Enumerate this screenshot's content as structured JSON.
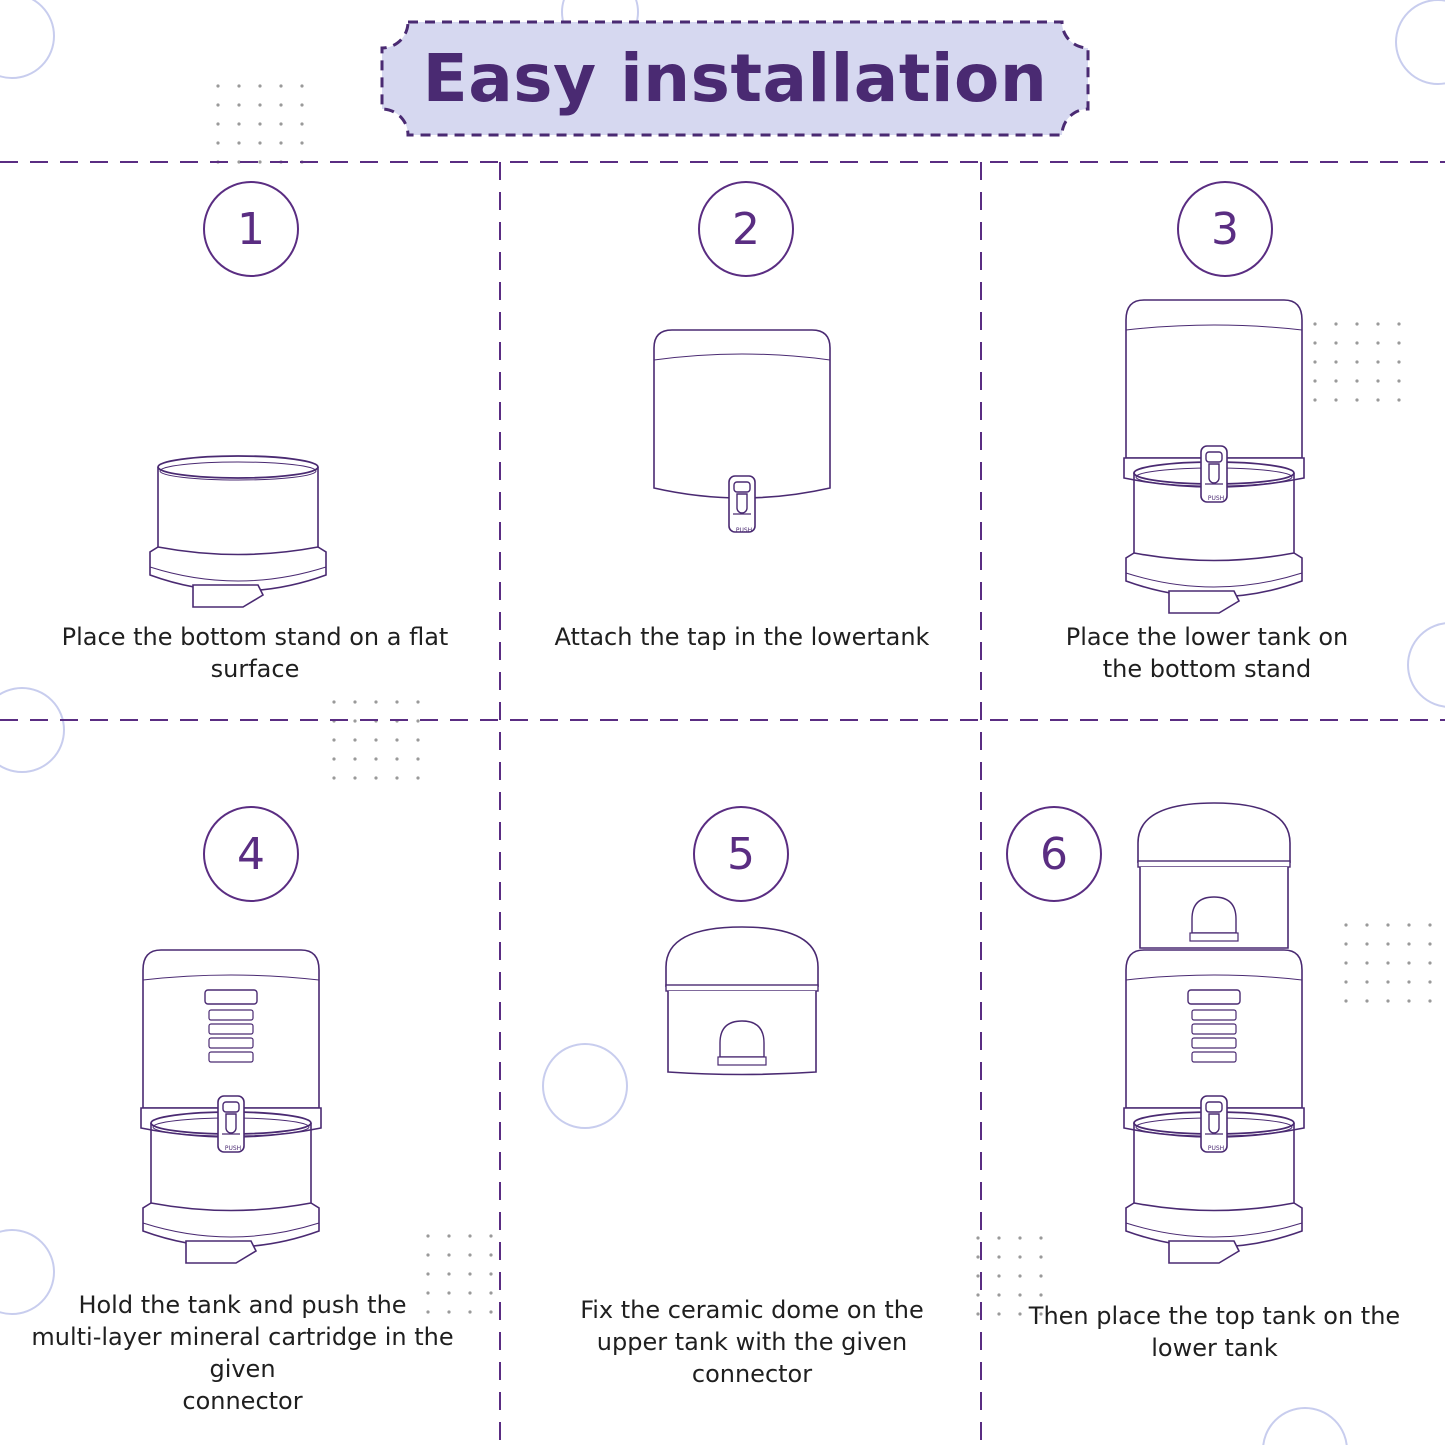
{
  "title": "Easy installation",
  "colors": {
    "accent": "#5a2d82",
    "banner_fill": "#d6d8f0",
    "deco_circle": "#c8cdee"
  },
  "steps": [
    {
      "number": "1",
      "caption": "Place the bottom stand on a flat\nsurface"
    },
    {
      "number": "2",
      "caption": "Attach the tap in the lowertank"
    },
    {
      "number": "3",
      "caption": "Place the lower tank on\nthe bottom stand"
    },
    {
      "number": "4",
      "caption": "Hold the tank and push the\nmulti-layer mineral cartridge in the\ngiven\nconnector"
    },
    {
      "number": "5",
      "caption": "Fix the ceramic dome on the\nupper tank with the given\nconnector"
    },
    {
      "number": "6",
      "caption": "Then place the top tank on the\nlower tank"
    }
  ],
  "tap_label": "PUSH"
}
